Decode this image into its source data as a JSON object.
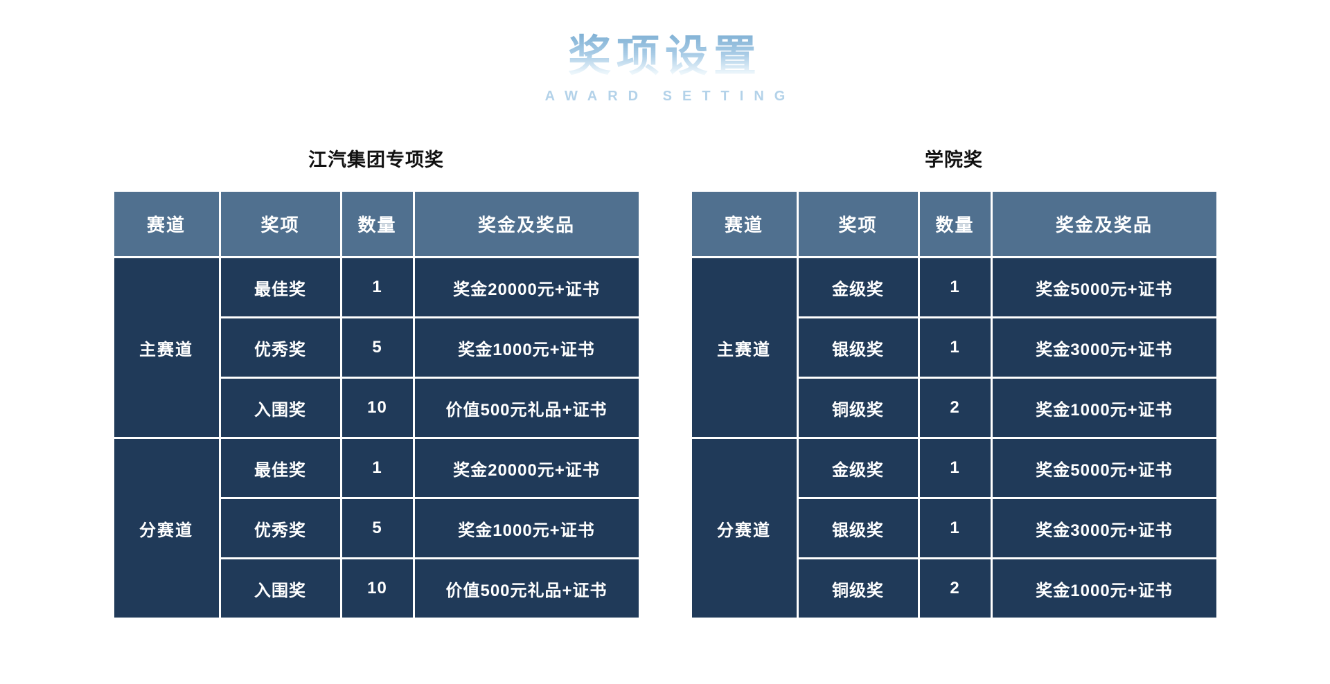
{
  "page": {
    "title_zh": "奖项设置",
    "title_en": "AWARD SETTING"
  },
  "colors": {
    "header_bg": "#50708f",
    "body_bg": "#203a59",
    "cell_border": "#ffffff",
    "text_color": "#ffffff",
    "title_gradient_top": "#7fb0d4",
    "title_en_color": "#b3d2e9",
    "caption_color": "#111111"
  },
  "tables": [
    {
      "title": "江汽集团专项奖",
      "headers": [
        "赛道",
        "奖项",
        "数量",
        "奖金及奖品"
      ],
      "groups": [
        {
          "track": "主赛道",
          "rows": [
            {
              "award": "最佳奖",
              "qty": "1",
              "prize": "奖金20000元+证书"
            },
            {
              "award": "优秀奖",
              "qty": "5",
              "prize": "奖金1000元+证书"
            },
            {
              "award": "入围奖",
              "qty": "10",
              "prize": "价值500元礼品+证书"
            }
          ]
        },
        {
          "track": "分赛道",
          "rows": [
            {
              "award": "最佳奖",
              "qty": "1",
              "prize": "奖金20000元+证书"
            },
            {
              "award": "优秀奖",
              "qty": "5",
              "prize": "奖金1000元+证书"
            },
            {
              "award": "入围奖",
              "qty": "10",
              "prize": "价值500元礼品+证书"
            }
          ]
        }
      ]
    },
    {
      "title": "学院奖",
      "headers": [
        "赛道",
        "奖项",
        "数量",
        "奖金及奖品"
      ],
      "groups": [
        {
          "track": "主赛道",
          "rows": [
            {
              "award": "金级奖",
              "qty": "1",
              "prize": "奖金5000元+证书"
            },
            {
              "award": "银级奖",
              "qty": "1",
              "prize": "奖金3000元+证书"
            },
            {
              "award": "铜级奖",
              "qty": "2",
              "prize": "奖金1000元+证书"
            }
          ]
        },
        {
          "track": "分赛道",
          "rows": [
            {
              "award": "金级奖",
              "qty": "1",
              "prize": "奖金5000元+证书"
            },
            {
              "award": "银级奖",
              "qty": "1",
              "prize": "奖金3000元+证书"
            },
            {
              "award": "铜级奖",
              "qty": "2",
              "prize": "奖金1000元+证书"
            }
          ]
        }
      ]
    }
  ]
}
